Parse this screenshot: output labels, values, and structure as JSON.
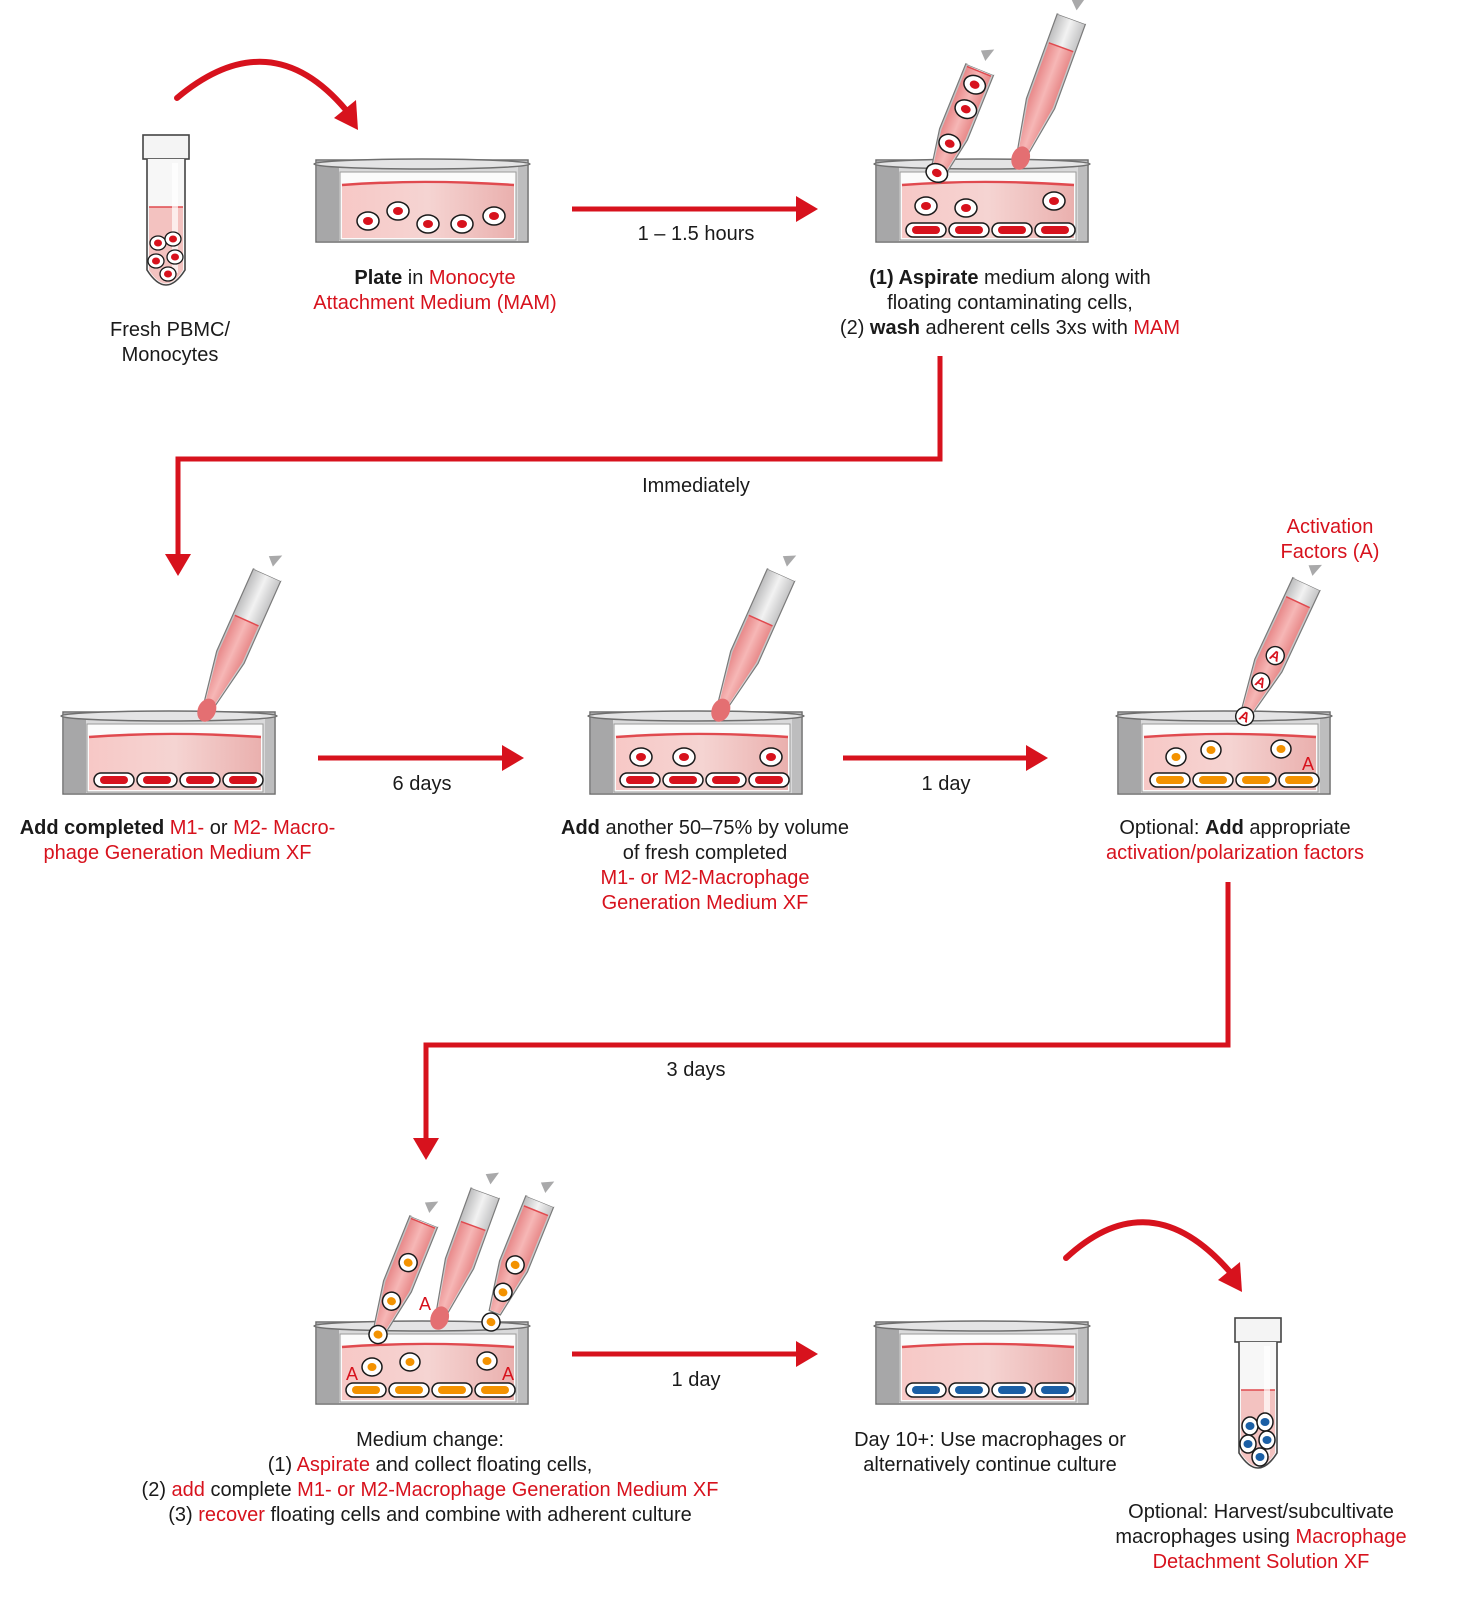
{
  "colors": {
    "accent_red": "#d7121d",
    "medium_pink": "#f1b3b2",
    "dish_gray": "#c9c9ca",
    "cell_orange": "#f39200",
    "cell_blue": "#1b5fa5"
  },
  "step_labels": {
    "plating_time": "1 – 1.5 hours",
    "immediately": "Immediately",
    "six_days": "6 days",
    "one_day_a": "1 day",
    "three_days": "3 days",
    "one_day_b": "1 day"
  },
  "captions": {
    "tube_start": {
      "line1": "Fresh PBMC/",
      "line2": "Monocytes"
    },
    "plate": {
      "bold": "Plate",
      "plain": " in ",
      "red1": "Monocyte",
      "red2": "Attachment Medium (MAM)"
    },
    "aspirate": {
      "l1_bold": "(1) Aspirate",
      "l1_plain": " medium along with",
      "l2": "floating contaminating cells,",
      "l3_plain": "(2) ",
      "l3_bold": "wash",
      "l3_plain2": " adherent cells 3xs with ",
      "l3_red": "MAM"
    },
    "add_completed": {
      "l1_bold": "Add completed",
      "l1_red1": " M1-",
      "l1_plain": " or ",
      "l1_red2": "M2- Macro-",
      "l2_red": "phage Generation Medium XF"
    },
    "add_another": {
      "l1_bold": "Add",
      "l1_plain": " another 50–75% by volume",
      "l2": "of fresh completed",
      "l3_red": "M1- or M2-Macrophage",
      "l4_red": "Generation Medium XF"
    },
    "optional_add": {
      "l1_plain": "Optional: ",
      "l1_bold": "Add",
      "l1_plain2": " appropriate",
      "l2_red": "activation/polarization factors"
    },
    "activation_factors": {
      "line1": "Activation",
      "line2": "Factors (A)"
    },
    "medium_change": {
      "l1": "Medium change:",
      "l2_plain": "(1) ",
      "l2_red": "Aspirate",
      "l2_plain2": " and collect floating cells,",
      "l3_plain": "(2) ",
      "l3_red": "add",
      "l3_plain2": " complete ",
      "l3_red2": "M1- or M2-Macrophage Generation Medium XF",
      "l4_plain": "(3) ",
      "l4_red": "recover",
      "l4_plain2": " floating cells and combine with adherent culture"
    },
    "day10": {
      "line1": "Day 10+: Use macrophages or",
      "line2": "alternatively continue culture"
    },
    "harvest": {
      "l1": "Optional: Harvest/subcultivate",
      "l2_plain": "macrophages using ",
      "l2_red": "Macrophage",
      "l3_red": "Detachment Solution XF"
    }
  },
  "factor_letter": "A"
}
